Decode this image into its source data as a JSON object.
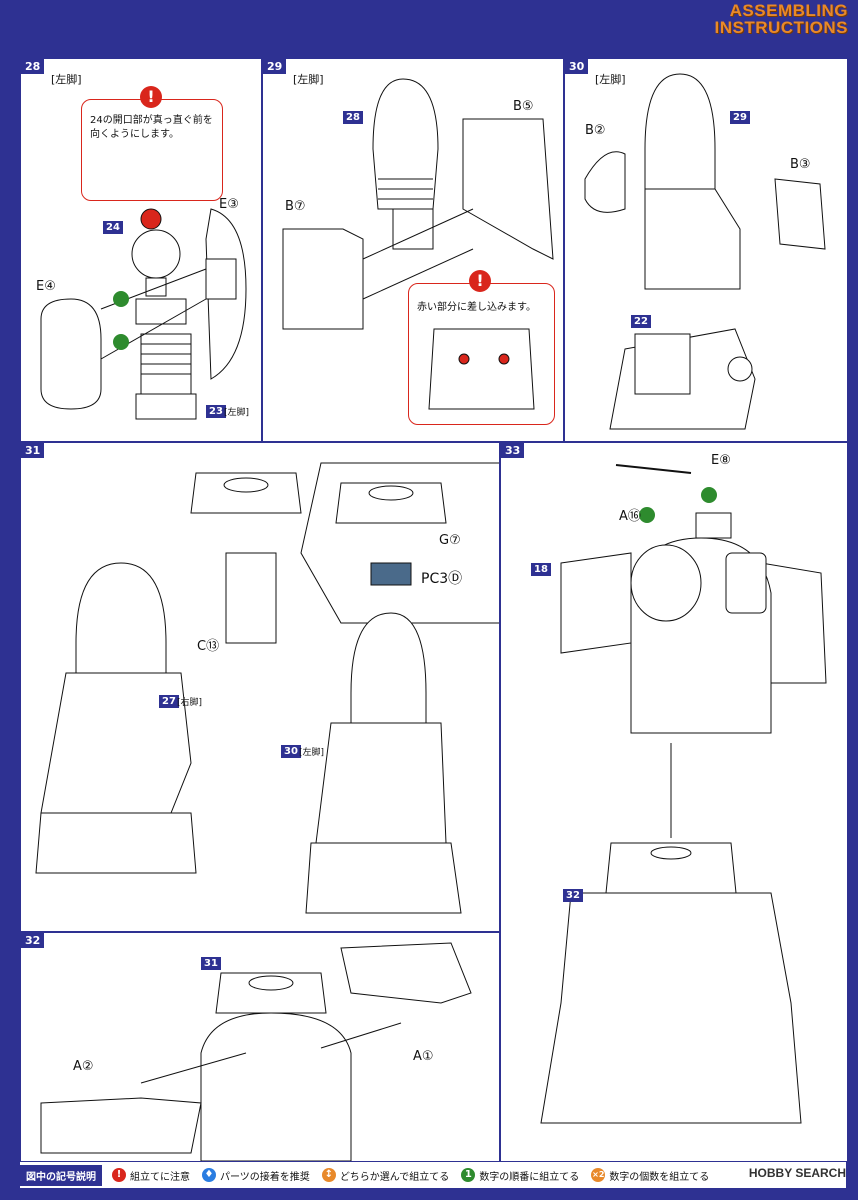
{
  "header": {
    "line1": "ASSEMBLING",
    "line2": "INSTRUCTIONS"
  },
  "steps": {
    "s28": {
      "num": "28",
      "title": "[左脚]",
      "note": "24の開口部が真っ直ぐ前を向くようにします。",
      "parts": {
        "e3": "E③",
        "e4": "E④",
        "p24": "24",
        "p23": "23",
        "p23_label": "[左脚]"
      }
    },
    "s29": {
      "num": "29",
      "title": "[左脚]",
      "note": "赤い部分に差し込みます。",
      "parts": {
        "b5": "B⑤",
        "b7": "B⑦",
        "p28": "28"
      }
    },
    "s30": {
      "num": "30",
      "title": "[左脚]",
      "parts": {
        "b2": "B②",
        "b3": "B③",
        "p29": "29",
        "p22": "22"
      }
    },
    "s31": {
      "num": "31",
      "parts": {
        "c13": "C⑬",
        "g7": "G⑦",
        "pc3": "PC3Ⓓ",
        "p27": "27",
        "p27_label": "[右脚]",
        "p30": "30",
        "p30_label": "[左脚]"
      }
    },
    "s33": {
      "num": "33",
      "parts": {
        "e8": "E⑧",
        "a16": "A⑯",
        "p18": "18",
        "p32": "32"
      }
    },
    "s32": {
      "num": "32",
      "parts": {
        "p31": "31",
        "a1": "A①",
        "a2": "A②"
      }
    }
  },
  "legend": {
    "title": "図中の記号説明",
    "items": [
      {
        "icon": "!",
        "color": "#d9261c",
        "text": "組立てに注意"
      },
      {
        "icon": "♦",
        "color": "#2a7de1",
        "text": "パーツの接着を推奨"
      },
      {
        "icon": "↕",
        "color": "#e8892a",
        "text": "どちらか選んで組立てる"
      },
      {
        "icon": "1",
        "color": "#2e8b2e",
        "text": "数字の順番に組立てる"
      },
      {
        "icon": "×2",
        "color": "#e8892a",
        "text": "数字の個数を組立てる"
      }
    ]
  },
  "watermark": "HOBBY SEARCH"
}
